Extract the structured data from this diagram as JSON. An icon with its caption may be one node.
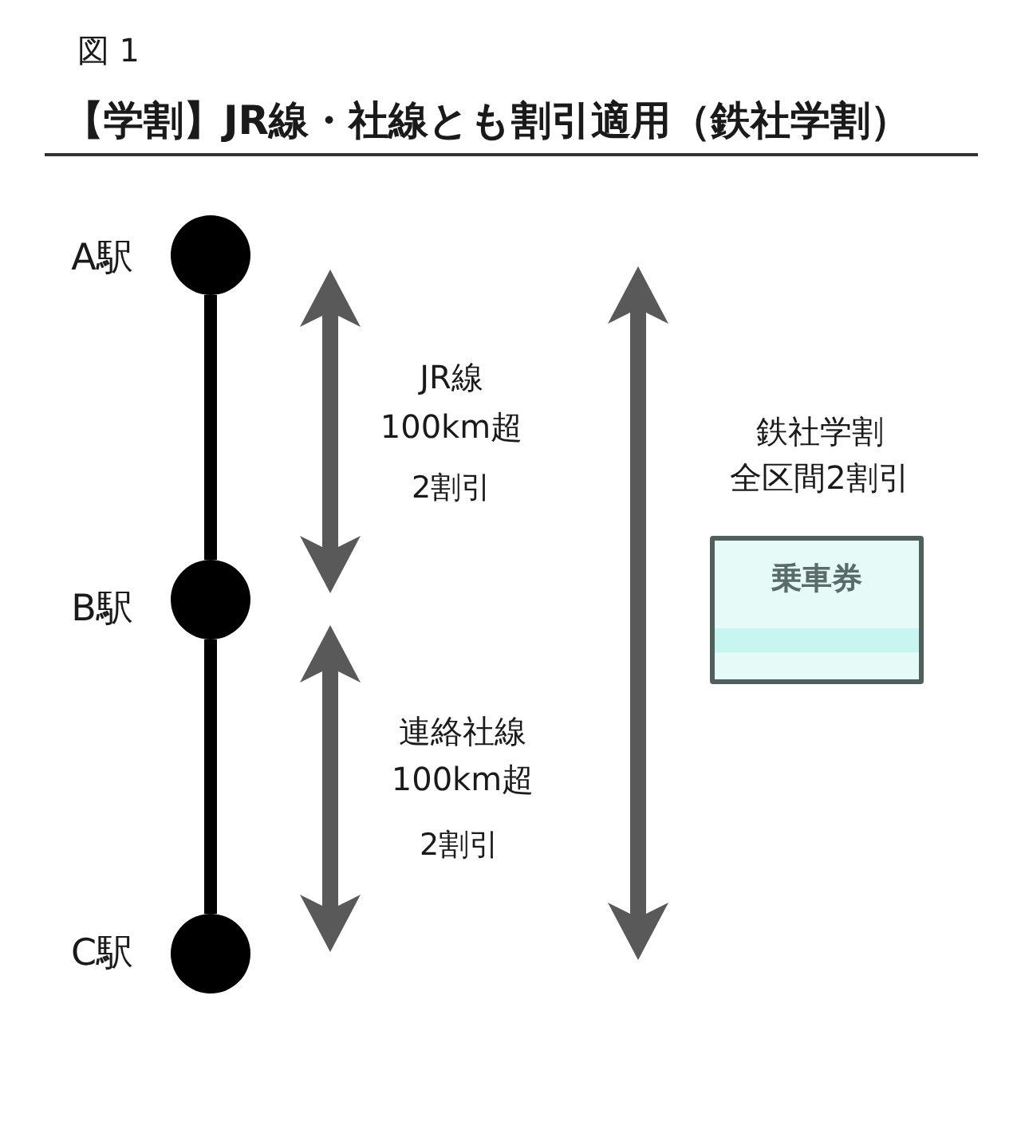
{
  "diagram": {
    "title": "【学割】JR線・社線とも割引適用（鉄社学割）",
    "nodes": [
      {
        "text": [],
        "shape": "circle",
        "beside": [
          "A駅"
        ]
      },
      {
        "text": [],
        "shape": "circle",
        "beside": [
          "B駅"
        ]
      },
      {
        "text": [],
        "shape": "circle",
        "beside": [
          "C駅"
        ]
      },
      {
        "text": [
          "乗車券"
        ]
      }
    ],
    "edges": [
      {
        "from": 0,
        "to": 1,
        "arrow": "none"
      },
      {
        "from": 1,
        "to": 2,
        "arrow": "none"
      }
    ],
    "labels": [
      "図 1",
      "JR線",
      "100km超",
      "2割引",
      "鉄社学割",
      "全区間2割引",
      "連絡社線",
      "100km超",
      "2割引"
    ]
  }
}
